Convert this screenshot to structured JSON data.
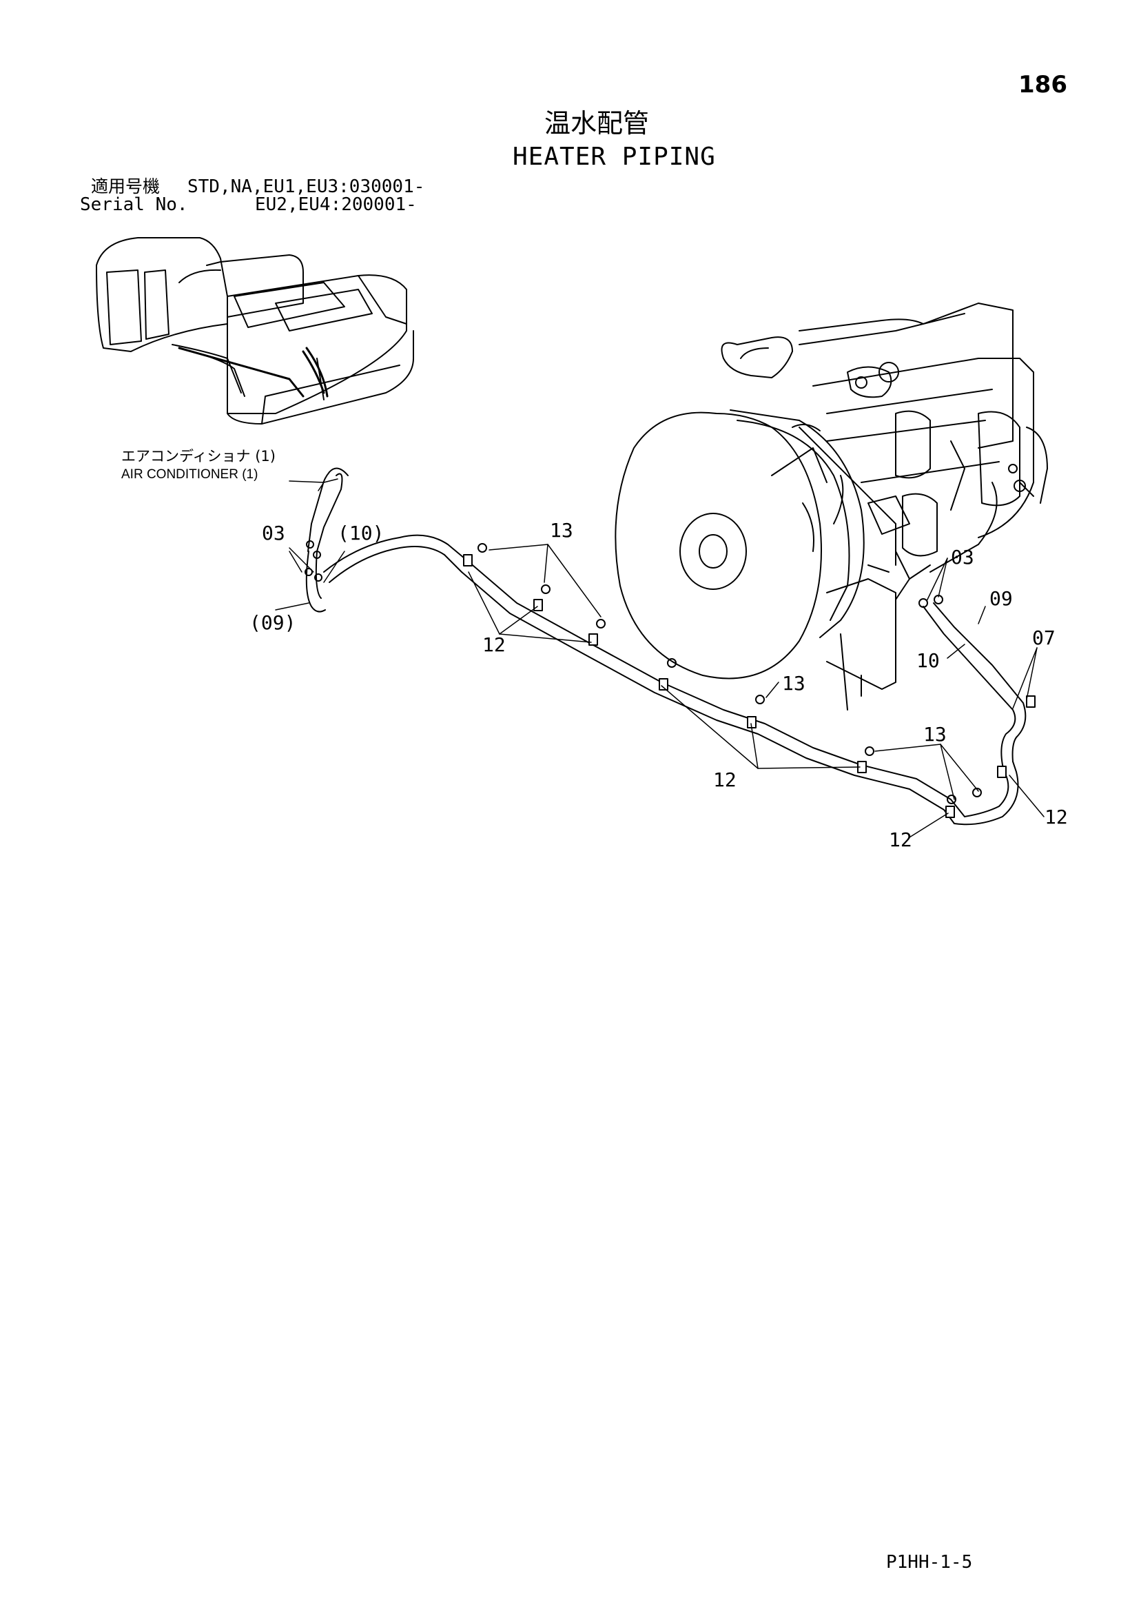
{
  "page_number": "186",
  "title_jp": "温水配管",
  "title_en": "HEATER PIPING",
  "serial": {
    "label_jp": "適用号機",
    "label_en": "Serial No.",
    "line1": "STD,NA,EU1,EU3:030001-",
    "line2": "EU2,EU4:200001-"
  },
  "air_conditioner": {
    "label_jp": "エアコンディショナ (1)",
    "label_en": "AIR CONDITIONER (1)"
  },
  "callouts": {
    "c03_left": "03",
    "c10_paren": "(10)",
    "c09_paren": "(09)",
    "c13_a": "13",
    "c12_a": "12",
    "c13_b": "13",
    "c12_b": "12",
    "c13_c": "13",
    "c12_c": "12",
    "c12_d": "12",
    "c03_right": "03",
    "c09_right": "09",
    "c10_right": "10",
    "c07": "07"
  },
  "footer_code": "P1HH-1-5"
}
